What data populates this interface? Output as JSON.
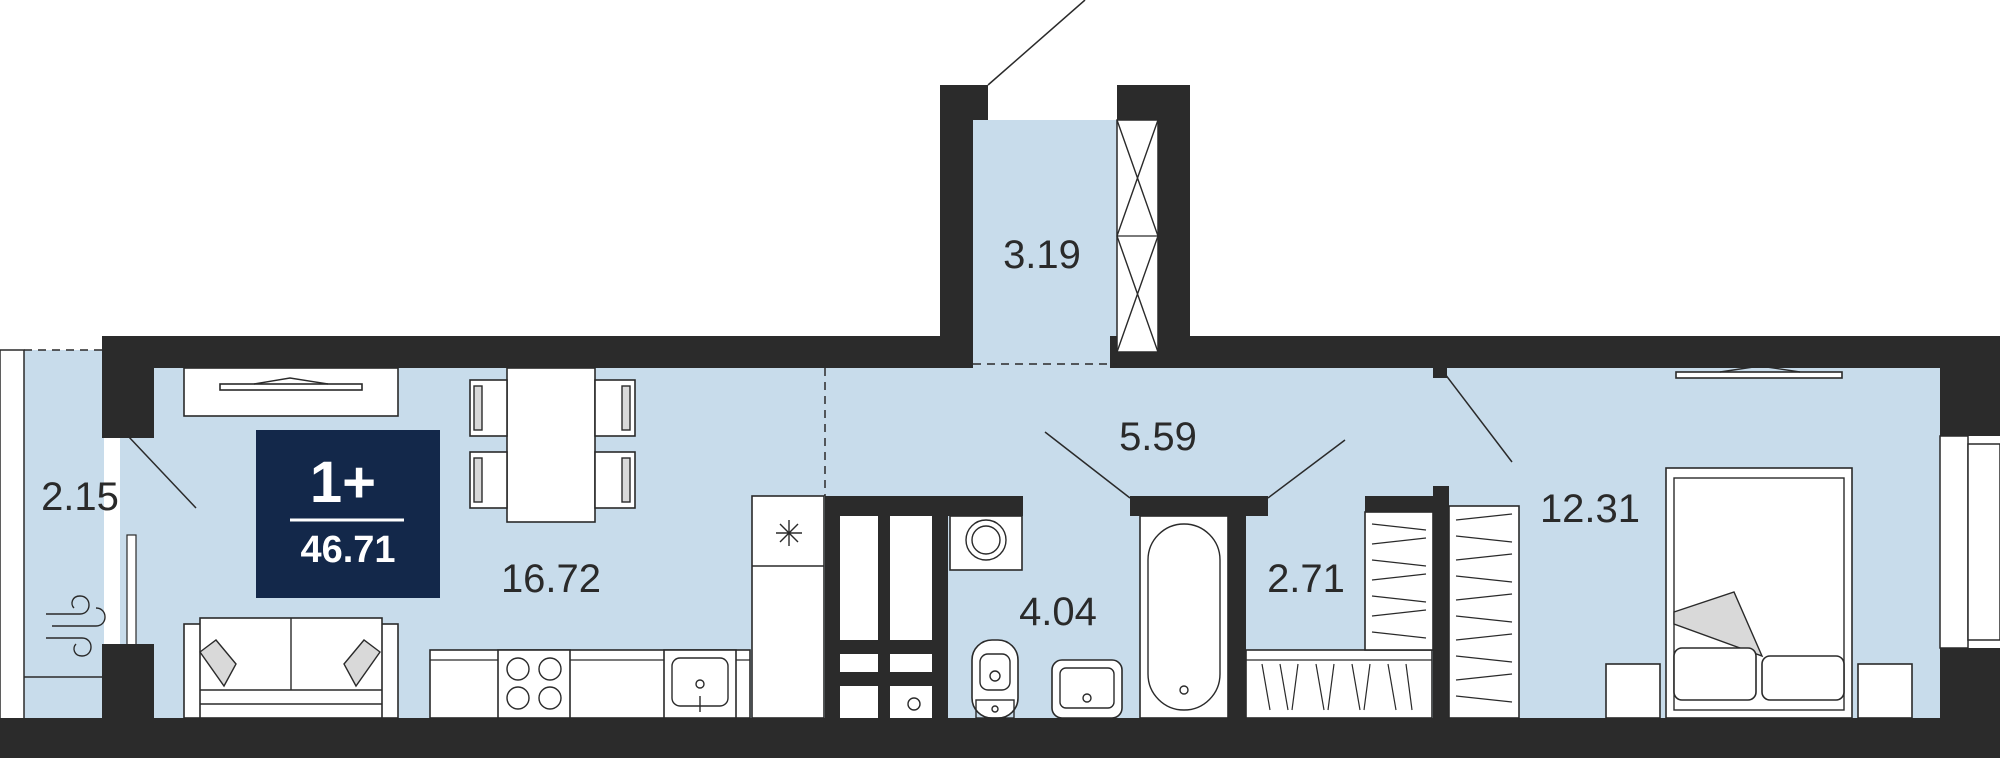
{
  "badge": {
    "rooms": "1+",
    "total_area": "46.71"
  },
  "rooms": {
    "loggia": "2.15",
    "living": "16.72",
    "balcony": "3.19",
    "hall": "5.59",
    "wardrobe_area": "4.04",
    "bathroom": "2.71",
    "bedroom": "12.31"
  },
  "colors": {
    "floor": "#c8dceb",
    "wall": "#2b2b2b",
    "badge_bg": "#13284a",
    "text": "#2a2a2a"
  },
  "icons": {
    "ventilation": "airflow-icon",
    "fridge": "snowflake-icon"
  }
}
